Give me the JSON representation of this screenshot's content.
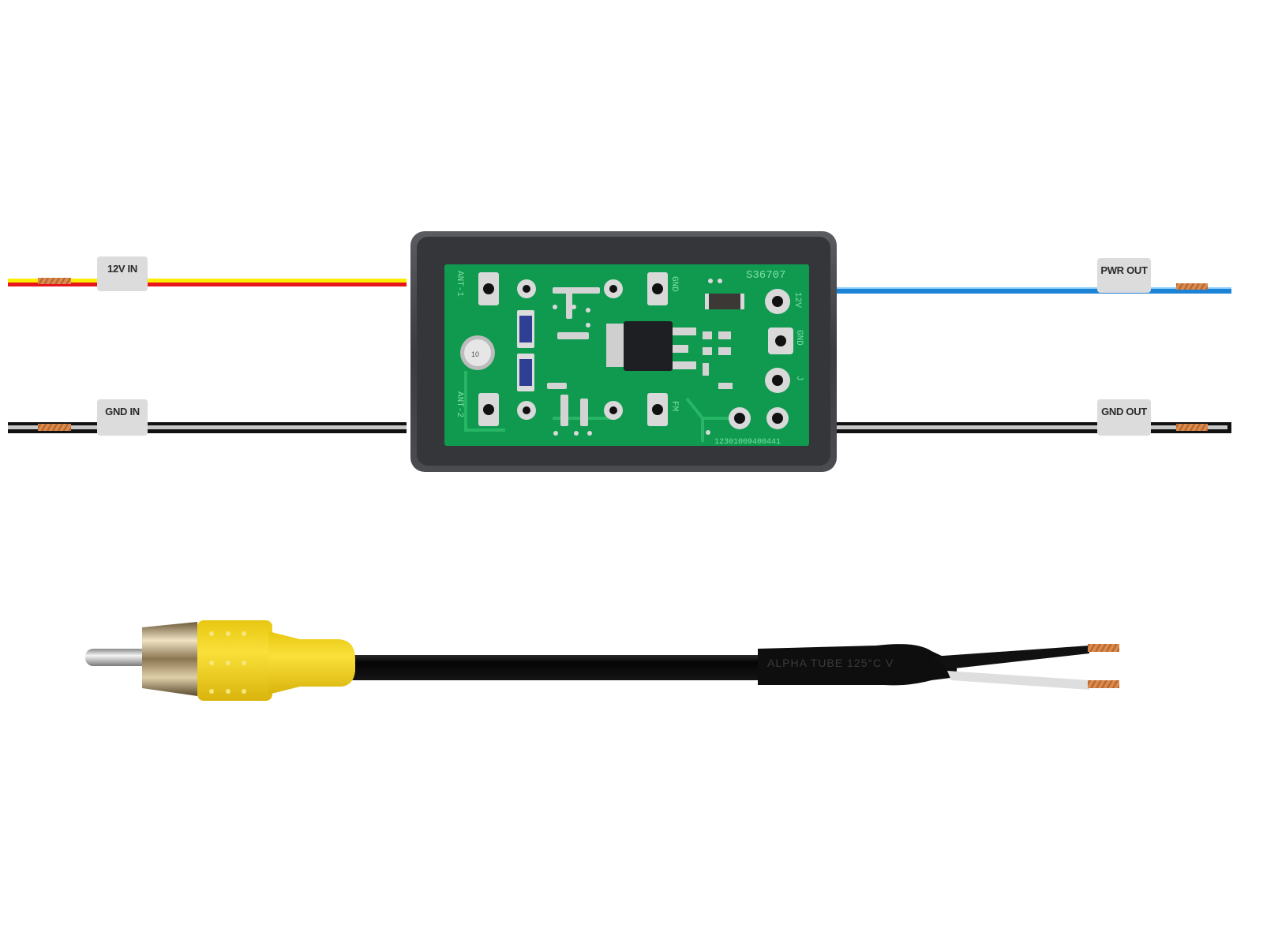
{
  "scene": {
    "description": "Product photo: filter/relay module with labeled input and output wires, and an RCA connector cable with stripped wire ends",
    "background_color": "#ffffff"
  },
  "module": {
    "housing_color": "#3d3f42",
    "pcb_color": "#0f9a4f",
    "silkscreen": {
      "part_number": "S36707",
      "serial": "12301009400441",
      "pad_labels": {
        "ant1": "ANT-1",
        "ant2": "ANT-2",
        "gnd_top": "GND",
        "fm": "FM",
        "v12": "12V",
        "gnd_right": "GND",
        "j": "J"
      }
    }
  },
  "wires": {
    "left": [
      {
        "id": "12v-in",
        "label": "12V IN",
        "colors": [
          "#ffee00",
          "#e8141c"
        ]
      },
      {
        "id": "gnd-in",
        "label": "GND IN",
        "colors": [
          "#111111",
          "#c8c8c8"
        ]
      }
    ],
    "right": [
      {
        "id": "pwr-out",
        "label": "PWR OUT",
        "colors": [
          "#1b82d6"
        ]
      },
      {
        "id": "gnd-out",
        "label": "GND OUT",
        "colors": [
          "#111111",
          "#c8c8c8"
        ]
      }
    ]
  },
  "rca_cable": {
    "plug_color": "#f2d21b",
    "tip_metal": "#c9b58a",
    "cable_color": "#0c0c0c",
    "sleeve_text": "ALPHA  TUBE  125°C  V",
    "conductor_colors": [
      "#111111",
      "#d8d8d8"
    ],
    "strand_color": "#d9864a"
  }
}
